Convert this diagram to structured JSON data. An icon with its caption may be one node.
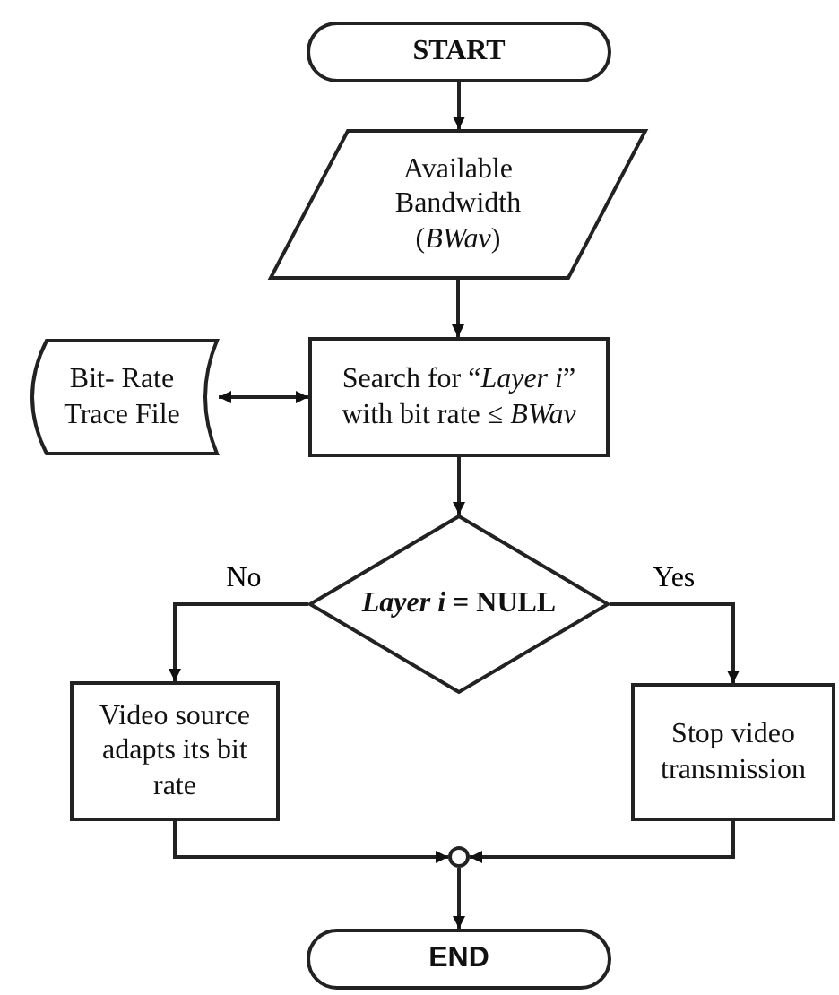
{
  "diagram": {
    "nodes": [
      {
        "text": [
          "START"
        ]
      },
      {
        "text": [
          "Available Bandwidth (*BWav*)"
        ]
      },
      {
        "text": [
          "Search for “*Layer i*” with bit rate ≤ *BWav*"
        ]
      },
      {
        "text": [
          "Bit- Rate Trace File"
        ]
      },
      {
        "text": [
          "*Layer i* = NULL"
        ]
      },
      {
        "text": [
          "Video source adapts its bit rate"
        ]
      },
      {
        "text": [
          "Stop video transmission"
        ]
      },
      {
        "text": [],
        "shape": "circle"
      },
      {
        "text": [
          "END"
        ]
      }
    ],
    "edges": [
      {
        "from": 0,
        "to": 1,
        "arrow": "to"
      },
      {
        "from": 1,
        "to": 2,
        "arrow": "to"
      },
      {
        "from": 2,
        "to": 3,
        "arrow": "both"
      },
      {
        "from": 2,
        "to": 4,
        "arrow": "to"
      },
      {
        "from": 4,
        "to": 5,
        "arrow": "to",
        "label": "No"
      },
      {
        "from": 4,
        "to": 6,
        "arrow": "to",
        "label": "Yes"
      },
      {
        "from": 5,
        "to": 7,
        "arrow": "to"
      },
      {
        "from": 6,
        "to": 7,
        "arrow": "to"
      },
      {
        "from": 7,
        "to": 8,
        "arrow": "to"
      }
    ]
  }
}
